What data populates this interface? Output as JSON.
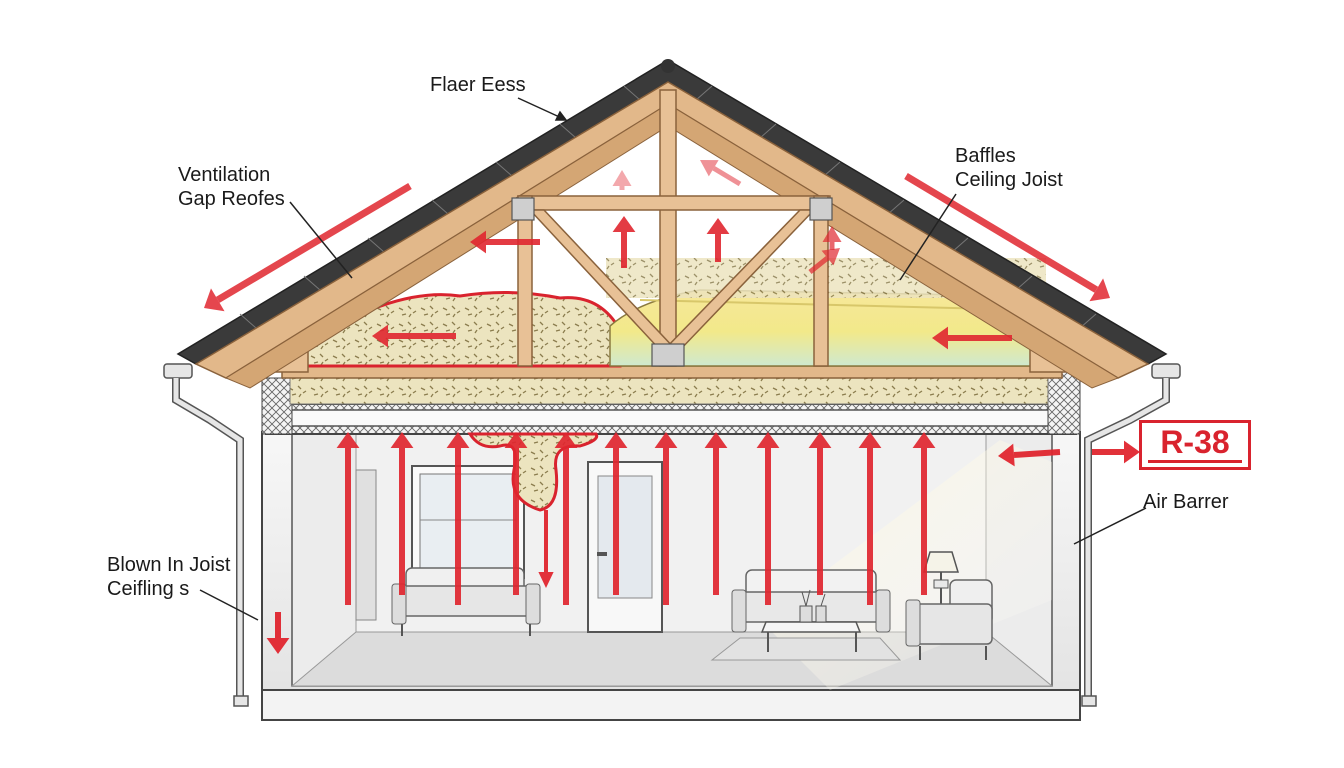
{
  "colors": {
    "arrow_red": "#e0262f",
    "wood": "#e2b88a",
    "wood_dark": "#a8794e",
    "roof_shingle": "#3a3a3a",
    "insulation_yellow": "#efe3a0",
    "insulation_green": "#cfe9cf",
    "wall_gray": "#eeeeee",
    "r_value_red": "#d9232e"
  },
  "labels": {
    "top": "Flaer Eess",
    "ventilation": [
      "Ventilation",
      "Gap Reofes"
    ],
    "baffles": [
      "Baffles",
      "Ceiling Joist"
    ],
    "air_barrer": "Air Barrer",
    "blown_in": [
      "Blown In Joist",
      "Ceifling s"
    ]
  },
  "badge": {
    "r_value": "R-38"
  },
  "icons": [
    "heat-flow-arrow-icon",
    "window-icon",
    "door-icon",
    "sofa-icon",
    "armchair-icon",
    "coffee-table-icon",
    "floor-lamp-icon",
    "gutter-downspout-icon"
  ]
}
